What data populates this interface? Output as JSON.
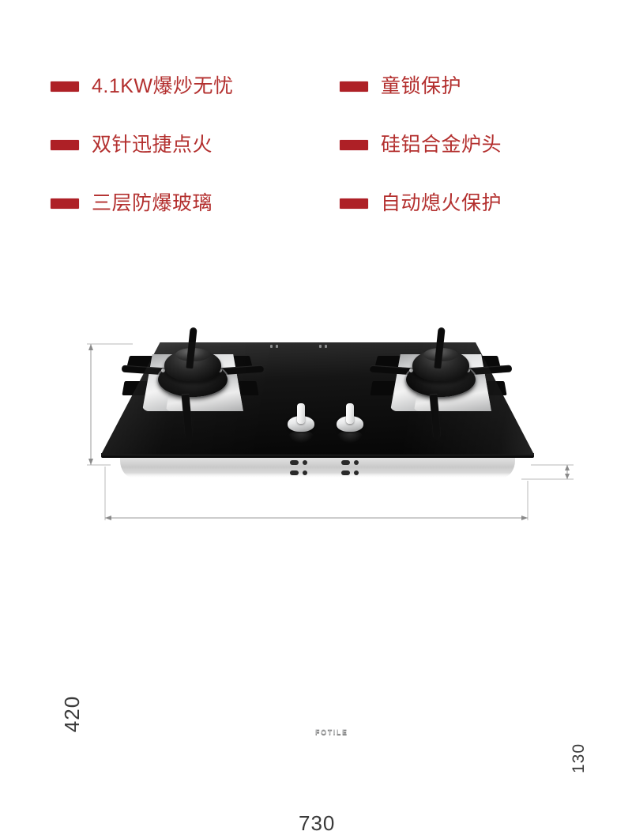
{
  "features": {
    "left_column": [
      {
        "bullet_icon": "red-dash-bullet-icon",
        "label": "4.1KW爆炒无忧"
      },
      {
        "bullet_icon": "red-dash-bullet-icon",
        "label": "双针迅捷点火"
      },
      {
        "bullet_icon": "red-dash-bullet-icon",
        "label": "三层防爆玻璃"
      }
    ],
    "right_column": [
      {
        "bullet_icon": "red-dash-bullet-icon",
        "label": "童锁保护"
      },
      {
        "bullet_icon": "red-dash-bullet-icon",
        "label": "硅铝合金炉头"
      },
      {
        "bullet_icon": "red-dash-bullet-icon",
        "label": "自动熄火保护"
      }
    ],
    "bullet_color": "#AE2026",
    "text_color": "#B32F2E"
  },
  "product": {
    "brand_logo_text": "FOTILE",
    "burners": [
      {
        "position": "left",
        "name": "left-burner"
      },
      {
        "position": "right",
        "name": "right-burner"
      }
    ],
    "knobs": [
      {
        "position": "left",
        "name": "left-burner-knob"
      },
      {
        "position": "right",
        "name": "right-burner-knob"
      }
    ],
    "glass_color": "#0c0c0c",
    "steel_color": "#d9d9d9"
  },
  "dimensions": {
    "height_label": "420",
    "width_label": "730",
    "depth_label": "130",
    "line_color": "#9a9a9a"
  }
}
